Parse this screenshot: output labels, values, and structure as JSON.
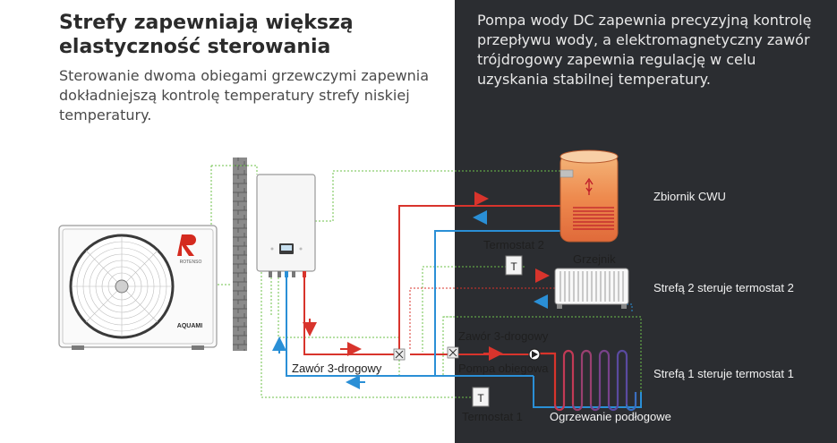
{
  "header": {
    "title_line1": "Strefy zapewniają większą",
    "title_line2": "elastyczność sterowania",
    "subtitle": "Sterowanie dwoma obiegami grzewczymi zapewnia dokładniejszą kontrolę temperatury strefy niskiej temperatury."
  },
  "right_panel": {
    "text": "Pompa wody DC zapewnia precyzyjną kontrolę przepływu wody, a elektromagnetyczny zawór trójdrogowy zapewnia regulację w celu uzyskania stabilnej temperatury."
  },
  "units": {
    "outdoor_brand": "ROTENSO",
    "outdoor_model": "AQUAMI"
  },
  "labels": {
    "tank": "Zbiornik CWU",
    "thermostat2": "Termostat 2",
    "thermostat1": "Termostat 1",
    "thermostat_symbol": "T",
    "radiator": "Grzejnik",
    "zone2": "Strefą 2 steruje termostat 2",
    "zone1": "Strefą 1 steruje termostat 1",
    "valve_left": "Zawór 3-drogowy",
    "valve_right": "Zawór 3-drogowy",
    "pump": "Pompa obiegowa",
    "floor": "Ogrzewanie podłogowe"
  },
  "colors": {
    "hot": "#d8342c",
    "cold": "#2a8fd6",
    "signal": "#6cc04a",
    "panel": "#2b2d31",
    "brand": "#d42a1f"
  }
}
